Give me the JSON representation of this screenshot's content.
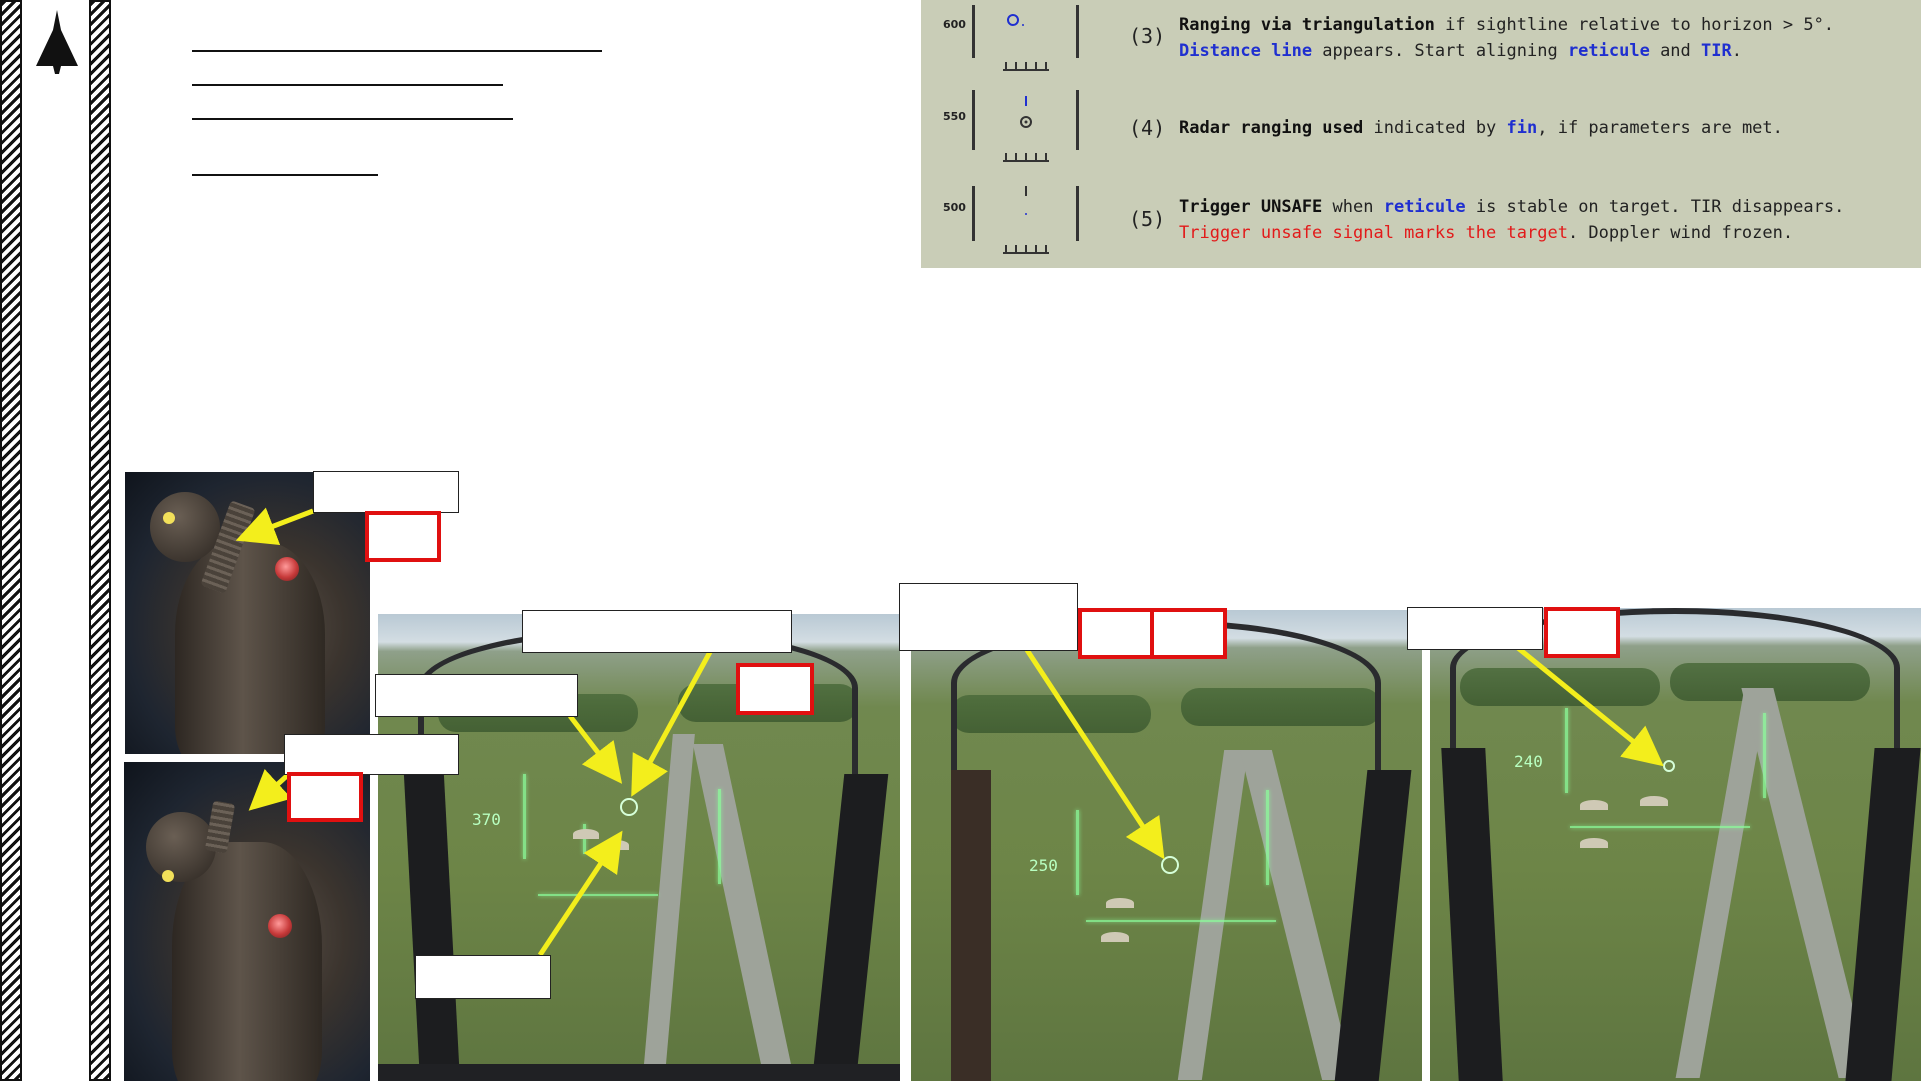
{
  "logo": {
    "icon": "aircraft-silhouette-icon"
  },
  "steps": [
    {
      "altitude": "600",
      "number": "(3)",
      "line1": [
        {
          "t": "Ranging via triangulation",
          "s": "b"
        },
        {
          "t": " if sightline relative to horizon > 5°.",
          "s": ""
        }
      ],
      "line2": [
        {
          "t": "Distance line",
          "s": "blue"
        },
        {
          "t": " appears. Start aligning ",
          "s": ""
        },
        {
          "t": "reticule",
          "s": "blue"
        },
        {
          "t": " and ",
          "s": ""
        },
        {
          "t": "TIR",
          "s": "blue"
        },
        {
          "t": ".",
          "s": ""
        }
      ]
    },
    {
      "altitude": "550",
      "number": "(4)",
      "line1": [
        {
          "t": "Radar ranging used",
          "s": "b"
        },
        {
          "t": " indicated by ",
          "s": ""
        },
        {
          "t": "fin",
          "s": "blue"
        },
        {
          "t": ", if parameters are met.",
          "s": ""
        }
      ],
      "line2": []
    },
    {
      "altitude": "500",
      "number": "(5)",
      "line1": [
        {
          "t": "Trigger UNSAFE",
          "s": "b"
        },
        {
          "t": " when ",
          "s": ""
        },
        {
          "t": "reticule",
          "s": "blue"
        },
        {
          "t": " is stable on target. TIR disappears.",
          "s": ""
        }
      ],
      "line2": [
        {
          "t": "Trigger unsafe signal marks the target",
          "s": "red"
        },
        {
          "t": ". Doppler wind frozen.",
          "s": ""
        }
      ]
    }
  ],
  "hud": {
    "panel1_speed": "370",
    "panel2_speed": "250",
    "panel3_speed": "240",
    "color": "#8cff9c"
  },
  "colors": {
    "arrow": "#f3ee1c",
    "callout_red": "#e01010",
    "panel_bg": "#c9cdb7"
  }
}
